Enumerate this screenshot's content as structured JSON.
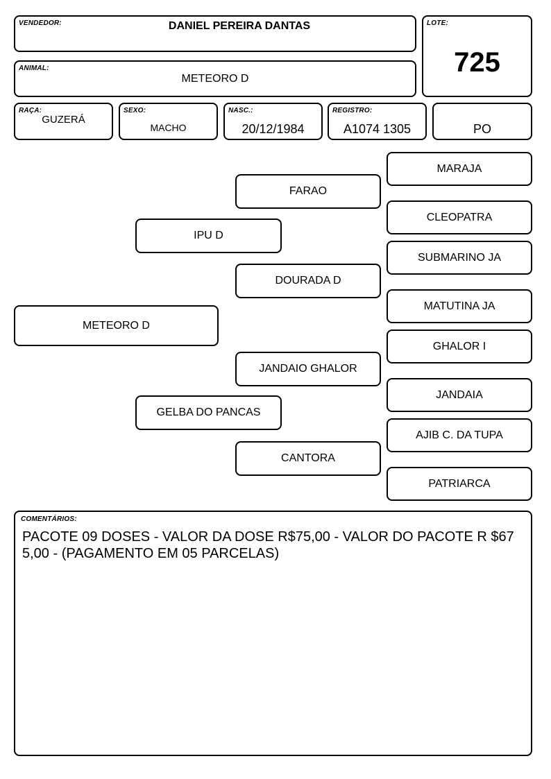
{
  "header": {
    "vendedor_label": "VENDEDOR:",
    "vendedor": "DANIEL PEREIRA DANTAS",
    "lote_label": "LOTE:",
    "lote": "725",
    "animal_label": "ANIMAL:",
    "animal": "METEORO D",
    "raca_label": "RAÇA:",
    "raca": "GUZERÁ",
    "sexo_label": "SEXO:",
    "sexo": "MACHO",
    "nasc_label": "NASC.:",
    "nasc": "20/12/1984",
    "registro_label": "REGISTRO:",
    "registro": "A1074 1305",
    "categoria": "PO"
  },
  "pedigree": {
    "animal": "METEORO D",
    "pai": "IPU D",
    "mae": "GELBA DO PANCAS",
    "avo_paterno": "FARAO",
    "avo_paterna": "DOURADA D",
    "avo_materno": "JANDAIO GHALOR",
    "avo_materna": "CANTORA",
    "bisavos": [
      "MARAJA",
      "CLEOPATRA",
      "SUBMARINO JA",
      "MATUTINA JA",
      "GHALOR I",
      "JANDAIA",
      "AJIB C. DA TUPA",
      "PATRIARCA"
    ]
  },
  "comentarios": {
    "label": "COMENTÁRIOS:",
    "text": "PACOTE 09 DOSES - VALOR DA DOSE R$75,00 - VALOR DO PACOTE R $675,00 - (PAGAMENTO EM 05 PARCELAS)"
  }
}
